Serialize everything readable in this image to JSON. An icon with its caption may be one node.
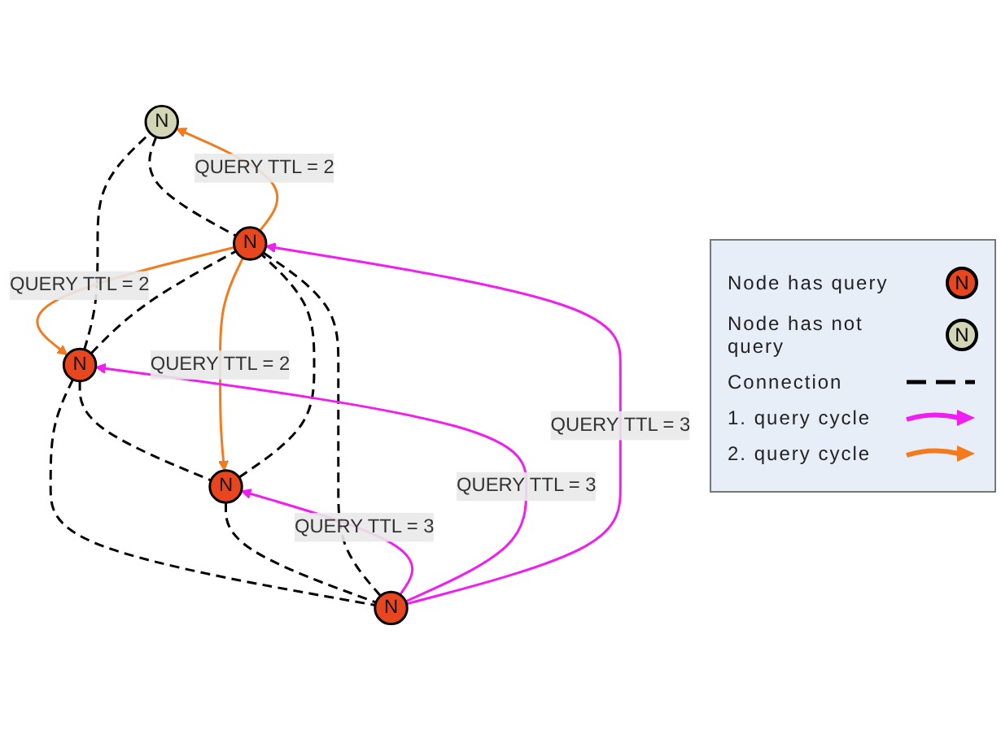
{
  "diagram": {
    "nodes": [
      {
        "text": [
          "N"
        ]
      },
      {
        "text": [
          "N"
        ]
      },
      {
        "text": [
          "N"
        ]
      },
      {
        "text": [
          "N"
        ]
      },
      {
        "text": [
          "N"
        ]
      }
    ],
    "edges": [
      {
        "from": 1,
        "to": 0,
        "arrow": "none",
        "style": "dashed"
      },
      {
        "from": 1,
        "to": 2,
        "arrow": "none",
        "style": "dashed"
      },
      {
        "from": 1,
        "to": 4,
        "arrow": "none",
        "style": "dashed"
      },
      {
        "from": 1,
        "to": 3,
        "arrow": "none",
        "style": "dashed"
      },
      {
        "from": 0,
        "to": 3,
        "arrow": "none",
        "style": "dashed"
      },
      {
        "from": 2,
        "to": 3,
        "arrow": "none",
        "style": "dashed"
      },
      {
        "from": 2,
        "to": 4,
        "arrow": "none",
        "style": "dashed"
      },
      {
        "from": 4,
        "to": 3,
        "arrow": "none",
        "style": "dashed"
      },
      {
        "from": 3,
        "to": 1,
        "arrow": "to",
        "label": "QUERY TTL = 2",
        "color": "#f47a1e"
      },
      {
        "from": 3,
        "to": 2,
        "arrow": "to",
        "label": "QUERY TTL = 2",
        "color": "#f47a1e"
      },
      {
        "from": 3,
        "to": 0,
        "arrow": "to",
        "label": "QUERY TTL = 2",
        "color": "#f47a1e"
      },
      {
        "from": 4,
        "to": 2,
        "arrow": "to",
        "label": "QUERY TTL = 3",
        "color": "#f01ef0"
      },
      {
        "from": 4,
        "to": 1,
        "arrow": "to",
        "label": "QUERY TTL = 3",
        "color": "#f01ef0"
      },
      {
        "from": 4,
        "to": 3,
        "arrow": "to",
        "label": "QUERY TTL = 3",
        "color": "#f01ef0"
      }
    ],
    "labels": [
      "N",
      "N"
    ],
    "legend": [
      {
        "text": "Node has query",
        "color": "#e8461e"
      },
      {
        "text": "Node has not query",
        "color": "#d3d6b4"
      },
      {
        "text": "Connection"
      },
      {
        "text": "1. query cycle"
      },
      {
        "text": "2. query cycle"
      }
    ]
  }
}
